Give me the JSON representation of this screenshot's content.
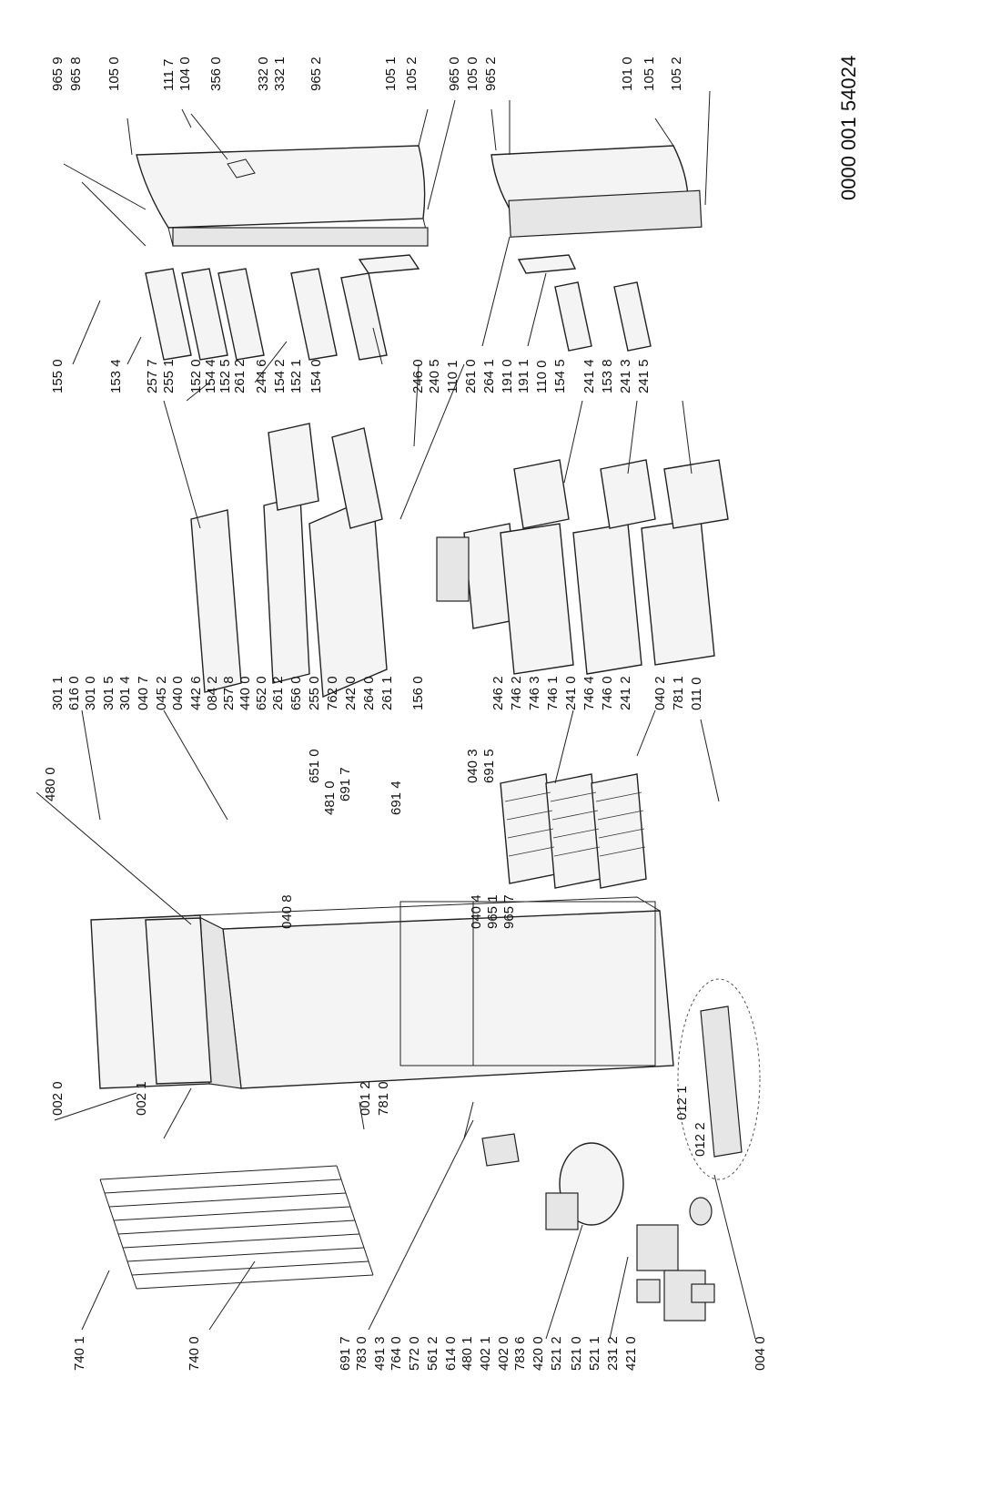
{
  "document": {
    "number": "0000 001 54024"
  },
  "labels": {
    "top_row_right": [
      "965 9",
      "965 8",
      "105 0",
      "111 7",
      "104 0",
      "356 0",
      "332 0",
      "332 1",
      "965 2",
      "105 1",
      "105 2",
      "965 0",
      "105 0",
      "965 2",
      "101 0",
      "105 1",
      "105 2"
    ],
    "row2": [
      "155 0",
      "153 4",
      "257 7",
      "255 1",
      "152 0",
      "154 4",
      "152 5",
      "261 2",
      "244 6",
      "154 2",
      "152 1",
      "154 0",
      "246 0",
      "240 5",
      "110 1",
      "261 0",
      "264 1",
      "191 0",
      "191 1",
      "110 0",
      "154 5",
      "241 4",
      "153 8",
      "241 3",
      "241 5"
    ],
    "row3": [
      "301 1",
      "616 0",
      "301 0",
      "301 5",
      "301 4",
      "040 7",
      "045 2",
      "040 0",
      "442 6",
      "084 2",
      "257 8",
      "440 0",
      "652 0",
      "261 2",
      "656 0",
      "255 0",
      "762 0",
      "242 0",
      "264 0",
      "261 1",
      "156 0",
      "246 2",
      "746 2",
      "746 3",
      "746 1",
      "241 0",
      "746 4",
      "746 0",
      "241 2",
      "040 2",
      "781 1",
      "011 0"
    ],
    "row3_mid": [
      "480 0",
      "651 0",
      "481 0",
      "691 7",
      "691 4",
      "040 3",
      "691 5"
    ],
    "row4": [
      "040 8",
      "040 4",
      "965 1",
      "965 7",
      "012 1",
      "012 2"
    ],
    "row5": [
      "002 0",
      "002 1",
      "001 2",
      "781 0"
    ],
    "bottom_row": [
      "740 1",
      "740 0",
      "691 7",
      "783 0",
      "491 3",
      "764 0",
      "572 0",
      "561 2",
      "614 0",
      "480 1",
      "402 1",
      "402 0",
      "783 6",
      "420 0",
      "521 2",
      "521 0",
      "521 1",
      "231 2",
      "421 0",
      "004 0"
    ]
  }
}
